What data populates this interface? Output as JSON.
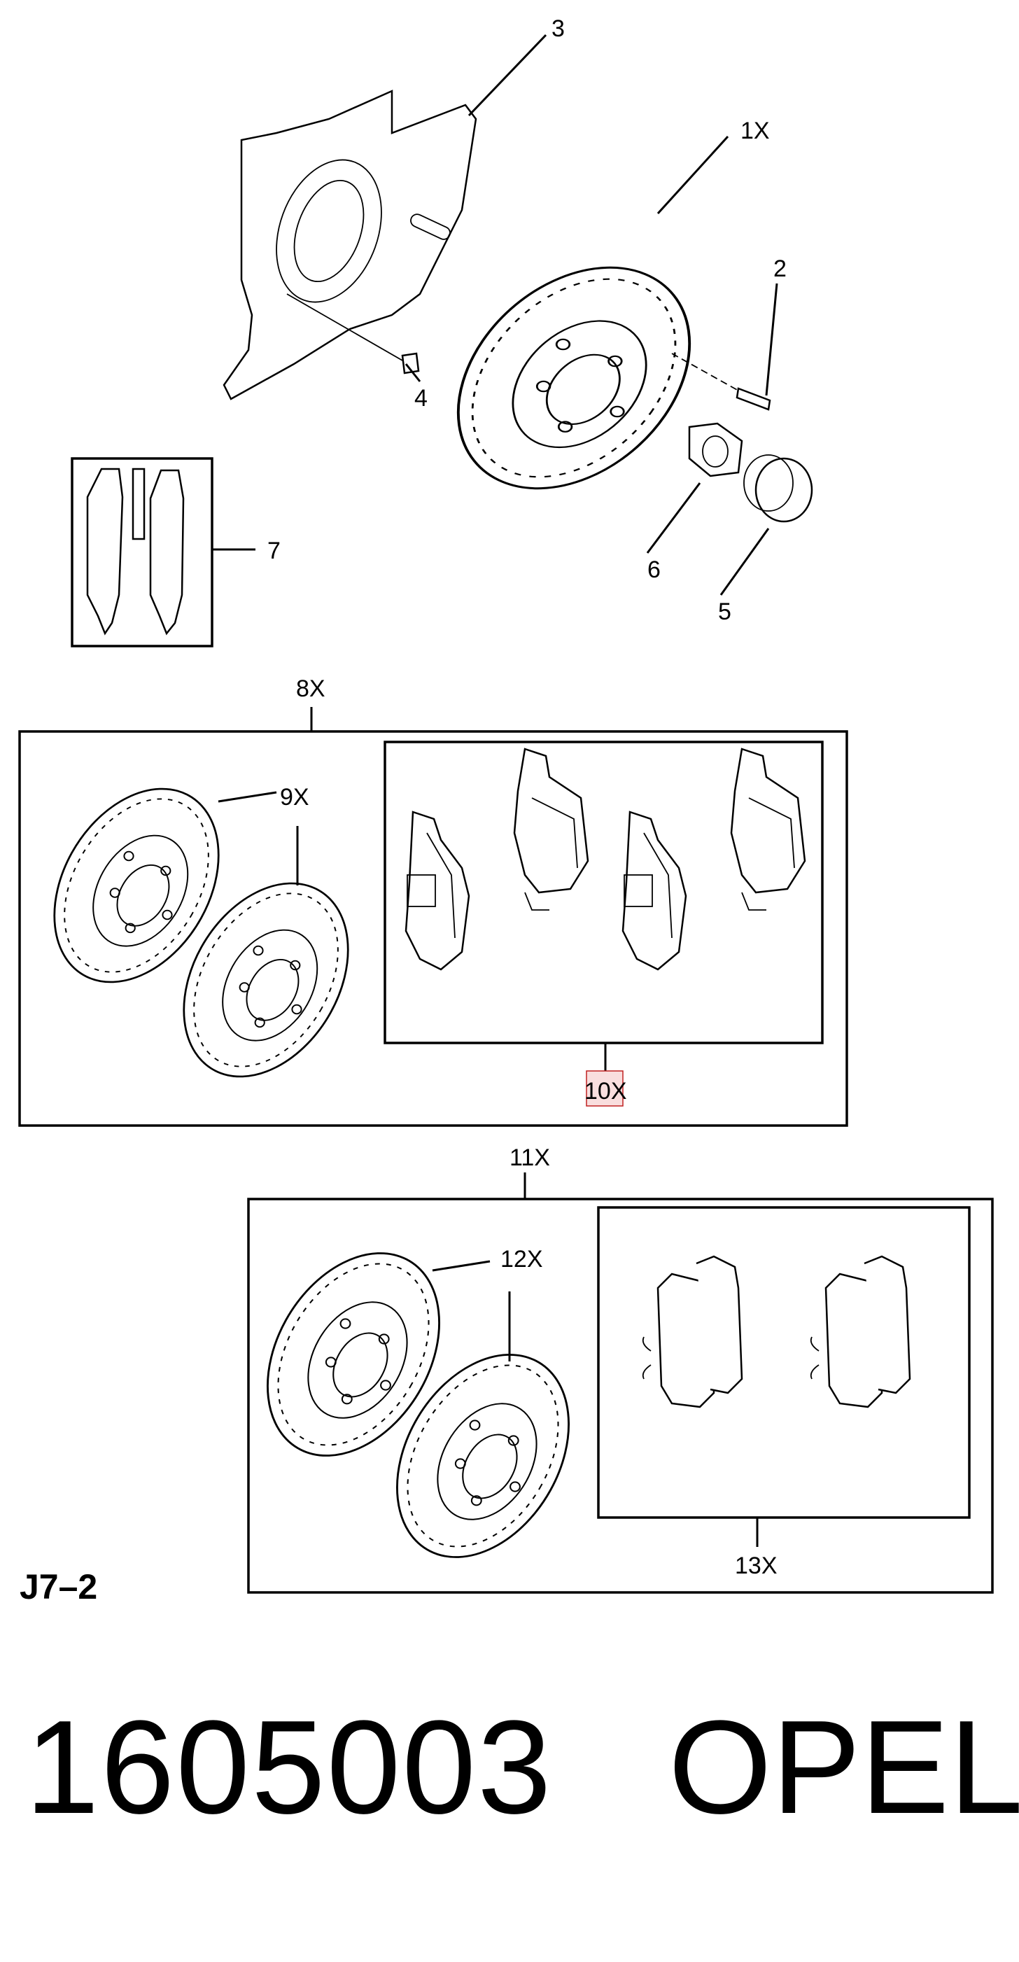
{
  "labels": {
    "p1": "1X",
    "p2": "2",
    "p3": "3",
    "p4": "4",
    "p5": "5",
    "p6": "6",
    "p7": "7",
    "p8": "8X",
    "p9": "9X",
    "p10": "10X",
    "p11": "11X",
    "p12": "12X",
    "p13": "13X"
  },
  "diagram_ref": "J7–2",
  "part_number": "1605003",
  "brand": "OPEL",
  "highlight_color": "#f9dede"
}
